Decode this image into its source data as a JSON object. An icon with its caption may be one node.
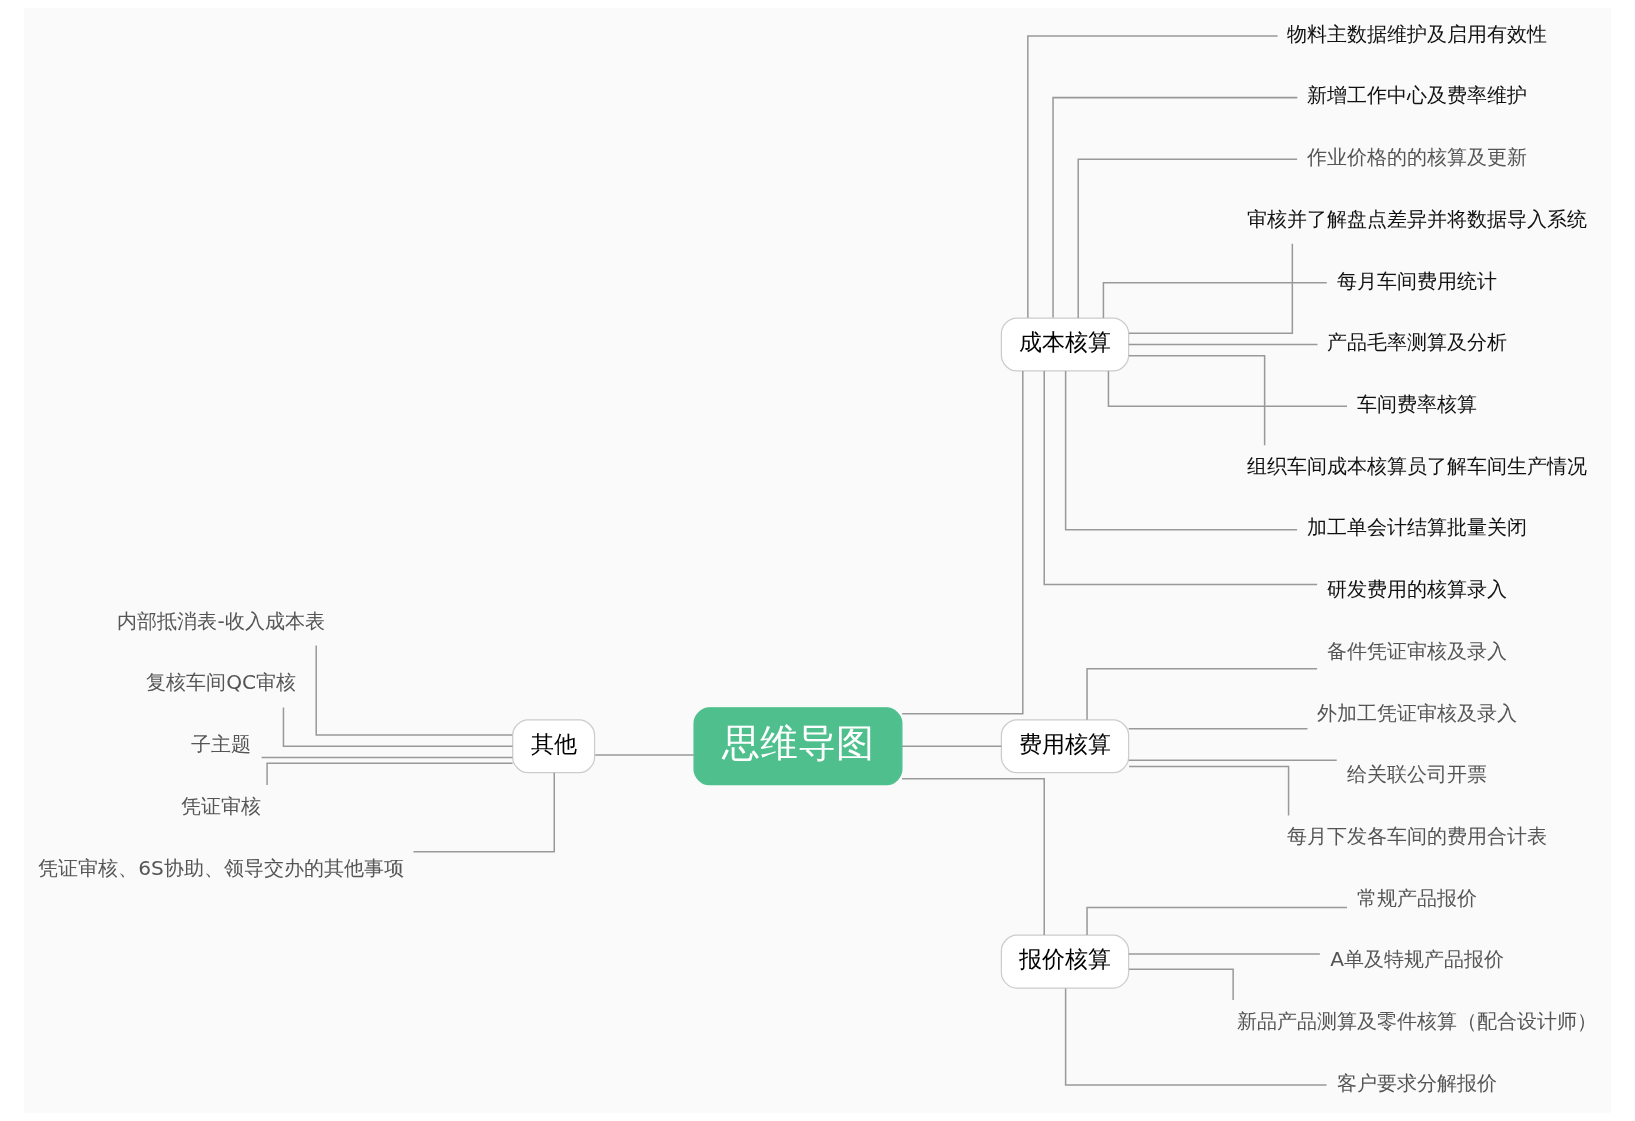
{
  "diagram": {
    "nodes": [
      {
        "text": [
          "思维导图"
        ]
      },
      {
        "text": [
          "成本核算"
        ]
      },
      {
        "text": [
          "物料主数据维护及启用有效性"
        ]
      },
      {
        "text": [
          "新增工作中心及费率维护"
        ]
      },
      {
        "text": [
          "作业价格的的核算及更新"
        ]
      },
      {
        "text": [
          "审核并了解盘点差异并将数据导入系统"
        ]
      },
      {
        "text": [
          "每月车间费用统计"
        ]
      },
      {
        "text": [
          "产品毛率测算及分析"
        ]
      },
      {
        "text": [
          "车间费率核算"
        ]
      },
      {
        "text": [
          "组织车间成本核算员了解车间生产情况"
        ]
      },
      {
        "text": [
          "加工单会计结算批量关闭"
        ]
      },
      {
        "text": [
          "研发费用的核算录入"
        ]
      },
      {
        "text": [
          "费用核算"
        ]
      },
      {
        "text": [
          "备件凭证审核及录入"
        ]
      },
      {
        "text": [
          "外加工凭证审核及录入"
        ]
      },
      {
        "text": [
          "给关联公司开票"
        ]
      },
      {
        "text": [
          "每月下发各车间的费用合计表"
        ]
      },
      {
        "text": [
          "报价核算"
        ]
      },
      {
        "text": [
          "常规产品报价"
        ]
      },
      {
        "text": [
          "A单及特规产品报价"
        ]
      },
      {
        "text": [
          "新品产品测算及零件核算（配合设计师）"
        ]
      },
      {
        "text": [
          "客户要求分解报价"
        ]
      },
      {
        "text": [
          "其他"
        ]
      },
      {
        "text": [
          "内部抵消表-收入成本表"
        ]
      },
      {
        "text": [
          "复核车间QC审核"
        ]
      },
      {
        "text": [
          "子主题"
        ]
      },
      {
        "text": [
          "凭证审核"
        ]
      },
      {
        "text": [
          "凭证审核、6S协助、领导交办的其他事项"
        ]
      }
    ],
    "edges": [
      {
        "from": 0,
        "to": 1,
        "arrow": "none"
      },
      {
        "from": 1,
        "to": 2,
        "arrow": "none"
      },
      {
        "from": 1,
        "to": 3,
        "arrow": "none"
      },
      {
        "from": 1,
        "to": 4,
        "arrow": "none"
      },
      {
        "from": 1,
        "to": 5,
        "arrow": "none"
      },
      {
        "from": 1,
        "to": 6,
        "arrow": "none"
      },
      {
        "from": 1,
        "to": 7,
        "arrow": "none"
      },
      {
        "from": 1,
        "to": 8,
        "arrow": "none"
      },
      {
        "from": 1,
        "to": 9,
        "arrow": "none"
      },
      {
        "from": 1,
        "to": 10,
        "arrow": "none"
      },
      {
        "from": 1,
        "to": 11,
        "arrow": "none"
      },
      {
        "from": 0,
        "to": 12,
        "arrow": "none"
      },
      {
        "from": 12,
        "to": 13,
        "arrow": "none"
      },
      {
        "from": 12,
        "to": 14,
        "arrow": "none"
      },
      {
        "from": 12,
        "to": 15,
        "arrow": "none"
      },
      {
        "from": 12,
        "to": 16,
        "arrow": "none"
      },
      {
        "from": 0,
        "to": 17,
        "arrow": "none"
      },
      {
        "from": 17,
        "to": 18,
        "arrow": "none"
      },
      {
        "from": 17,
        "to": 19,
        "arrow": "none"
      },
      {
        "from": 17,
        "to": 20,
        "arrow": "none"
      },
      {
        "from": 17,
        "to": 21,
        "arrow": "none"
      },
      {
        "from": 0,
        "to": 22,
        "arrow": "none"
      },
      {
        "from": 22,
        "to": 23,
        "arrow": "none"
      },
      {
        "from": 22,
        "to": 24,
        "arrow": "none"
      },
      {
        "from": 22,
        "to": 25,
        "arrow": "none"
      },
      {
        "from": 22,
        "to": 26,
        "arrow": "none"
      },
      {
        "from": 22,
        "to": 27,
        "arrow": "none"
      }
    ]
  }
}
